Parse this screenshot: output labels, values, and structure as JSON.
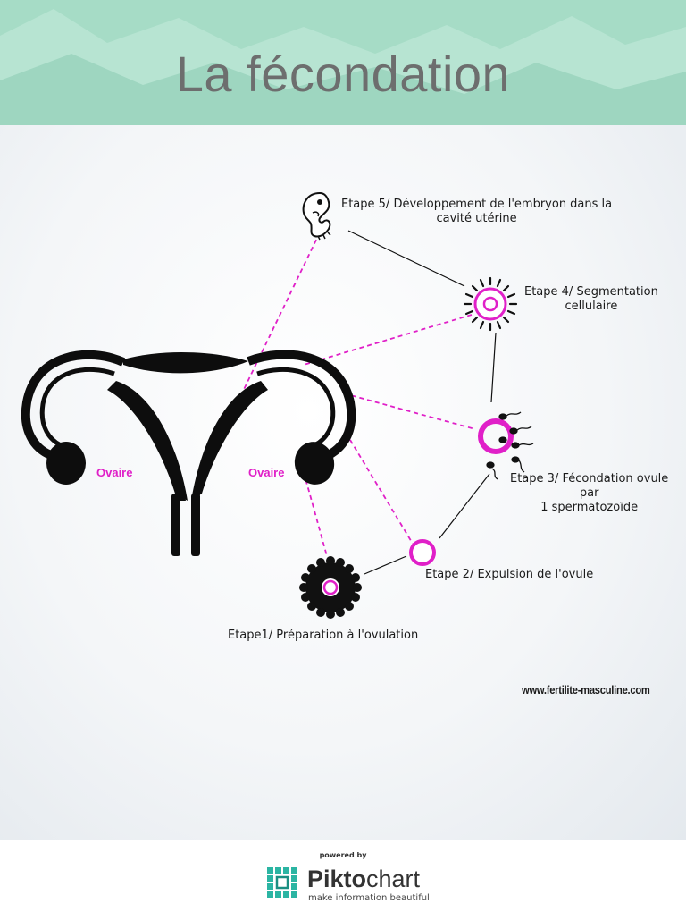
{
  "title": "La fécondation",
  "steps": {
    "step5": [
      "Etape 5/ Développement de l'embryon dans la",
      "cavité utérine"
    ],
    "step4": [
      "Etape 4/ Segmentation",
      "cellulaire"
    ],
    "step3": [
      "Etape 3/ Fécondation ovule",
      "par",
      "1 spermatozoïde"
    ],
    "step2": "Etape 2/ Expulsion de l'ovule",
    "step1": "Etape1/ Préparation à l'ovulation"
  },
  "ovary_left": "Ovaire",
  "ovary_right": "Ovaire",
  "website": "www.fertilite-masculine.com",
  "footer": {
    "powered_by": "powered by",
    "brand_piece1": "Pikto",
    "brand_piece2": "chart",
    "tagline": "make information beautiful"
  },
  "colors": {
    "header": "#a6dcc6",
    "magenta": "#e020c8",
    "organ": "#0d0d0d",
    "logo_teal": "#2bb5a3"
  },
  "icons": [
    "embryo-icon",
    "dividing-cell-icon",
    "sperm-egg-icon",
    "ovum-icon",
    "follicle-icon",
    "uterus-icon",
    "piktochart-logo-icon"
  ]
}
